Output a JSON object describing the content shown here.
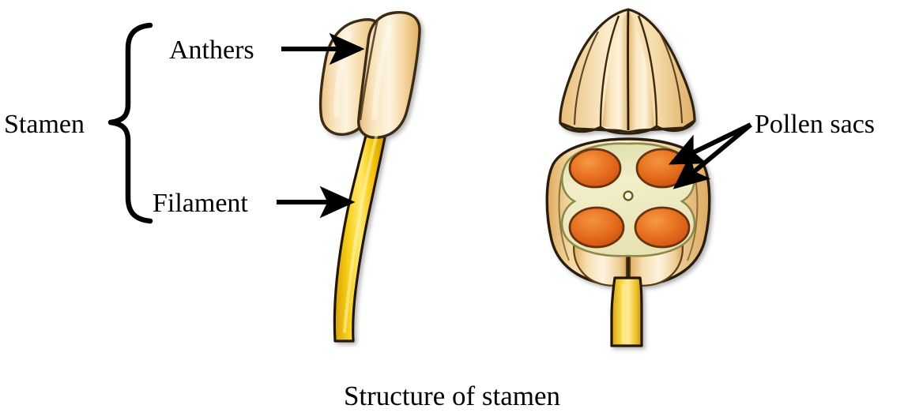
{
  "figure": {
    "caption": "Structure of stamen",
    "background_color": "#ffffff"
  },
  "labels": {
    "stamen": "Stamen",
    "anthers": "Anthers",
    "filament": "Filament",
    "pollen_sacs": "Pollen sacs"
  },
  "parts": {
    "left_figure": {
      "name": "whole-stamen",
      "anther_lobes": 2,
      "filament_color": "#f5c20a",
      "anther_color": "#f7dca8"
    },
    "right_figure": {
      "name": "anther-cross-section",
      "cap_segments": 4,
      "pollen_sac_count": 4,
      "pollen_sac_color": "#e4651a",
      "wall_color": "#f7dca8",
      "connective_color": "#dfe0ad"
    }
  },
  "colors": {
    "outline": "#2b1d0c",
    "anther_light": "#fdf0d8",
    "anther_mid": "#f8dca6",
    "anther_deep": "#e8b96a",
    "filament_light": "#ffe98a",
    "filament_mid": "#f7c90d",
    "filament_deep": "#d79d06",
    "pollen_light": "#f0923c",
    "pollen_deep": "#d8531a",
    "olive": "#cfd29a",
    "text": "#000000"
  },
  "annotations": {
    "anthers_arrow": "arrow pointing right to anther lobe",
    "filament_arrow": "arrow pointing right to filament",
    "pollen_arrow_upper": "arrow pointing left-down to upper-right pollen sac",
    "pollen_arrow_lower": "arrow pointing left-down to lower-right pollen sac",
    "stamen_brace": "curly brace grouping anthers and filament"
  }
}
